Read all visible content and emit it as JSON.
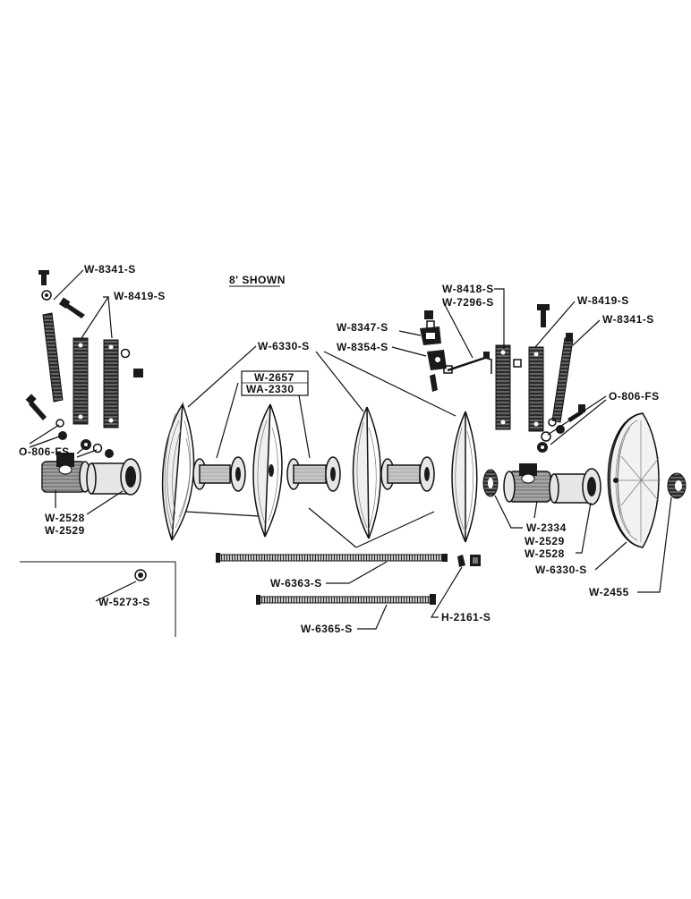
{
  "diagram": {
    "note": "8' SHOWN",
    "labels": {
      "w8341_left": "W-8341-S",
      "w8419_left": "W-8419-S",
      "w6330_top": "W-6330-S",
      "w2657": "W-2657",
      "wa2330": "WA-2330",
      "o806_left": "O-806-FS",
      "w2528_left": "W-2528",
      "w2529_left": "W-2529",
      "w5273": "W-5273-S",
      "w6363": "W-6363-S",
      "w6365": "W-6365-S",
      "h2161": "H-2161-S",
      "w8418": "W-8418-S",
      "w7296": "W-7296-S",
      "w8347": "W-8347-S",
      "w8354": "W-8354-S",
      "w8419_right": "W-8419-S",
      "w8341_right": "W-8341-S",
      "o806_right": "O-806-FS",
      "w2334": "W-2334",
      "w2529_right": "W-2529",
      "w2528_right": "W-2528",
      "w6330_bottom": "W-6330-S",
      "w2455": "W-2455"
    }
  }
}
